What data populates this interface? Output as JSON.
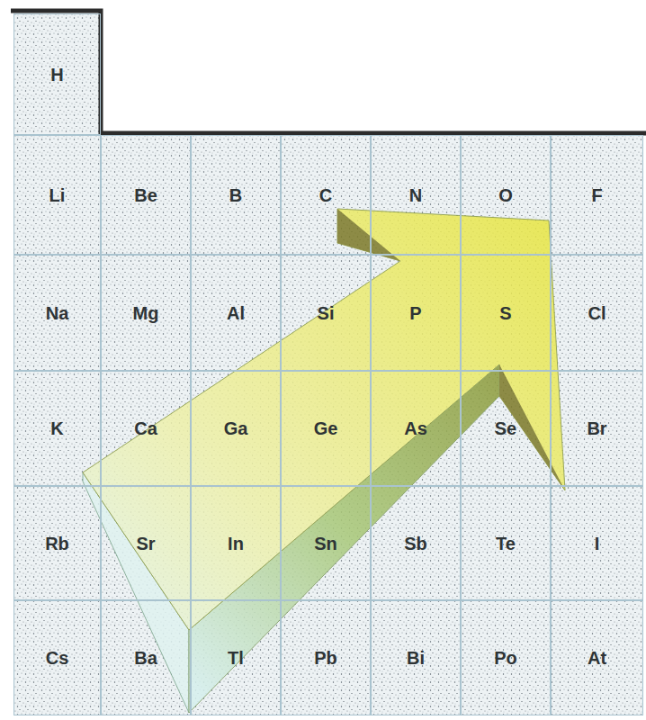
{
  "diagram": {
    "nodes": [
      {
        "text": [
          "H"
        ]
      },
      {
        "text": [
          "Li"
        ]
      },
      {
        "text": [
          "Be"
        ]
      },
      {
        "text": [
          "B"
        ]
      },
      {
        "text": [
          "C"
        ]
      },
      {
        "text": [
          "N"
        ]
      },
      {
        "text": [
          "O"
        ]
      },
      {
        "text": [
          "F"
        ]
      },
      {
        "text": [
          "Na"
        ]
      },
      {
        "text": [
          "Mg"
        ]
      },
      {
        "text": [
          "Al"
        ]
      },
      {
        "text": [
          "Si"
        ]
      },
      {
        "text": [
          "P"
        ]
      },
      {
        "text": [
          "S"
        ]
      },
      {
        "text": [
          "Cl"
        ]
      },
      {
        "text": [
          "K"
        ]
      },
      {
        "text": [
          "Ca"
        ]
      },
      {
        "text": [
          "Ga"
        ]
      },
      {
        "text": [
          "Ge"
        ]
      },
      {
        "text": [
          "As"
        ]
      },
      {
        "text": [
          "Se"
        ]
      },
      {
        "text": [
          "Br"
        ]
      },
      {
        "text": [
          "Rb"
        ]
      },
      {
        "text": [
          "Sr"
        ]
      },
      {
        "text": [
          "In"
        ]
      },
      {
        "text": [
          "Sn"
        ]
      },
      {
        "text": [
          "Sb"
        ]
      },
      {
        "text": [
          "Te"
        ]
      },
      {
        "text": [
          "I"
        ]
      },
      {
        "text": [
          "Cs"
        ]
      },
      {
        "text": [
          "Ba"
        ]
      },
      {
        "text": [
          "Tl"
        ]
      },
      {
        "text": [
          "Pb"
        ]
      },
      {
        "text": [
          "Bi"
        ]
      },
      {
        "text": [
          "Po"
        ]
      },
      {
        "text": [
          "At"
        ]
      }
    ]
  }
}
